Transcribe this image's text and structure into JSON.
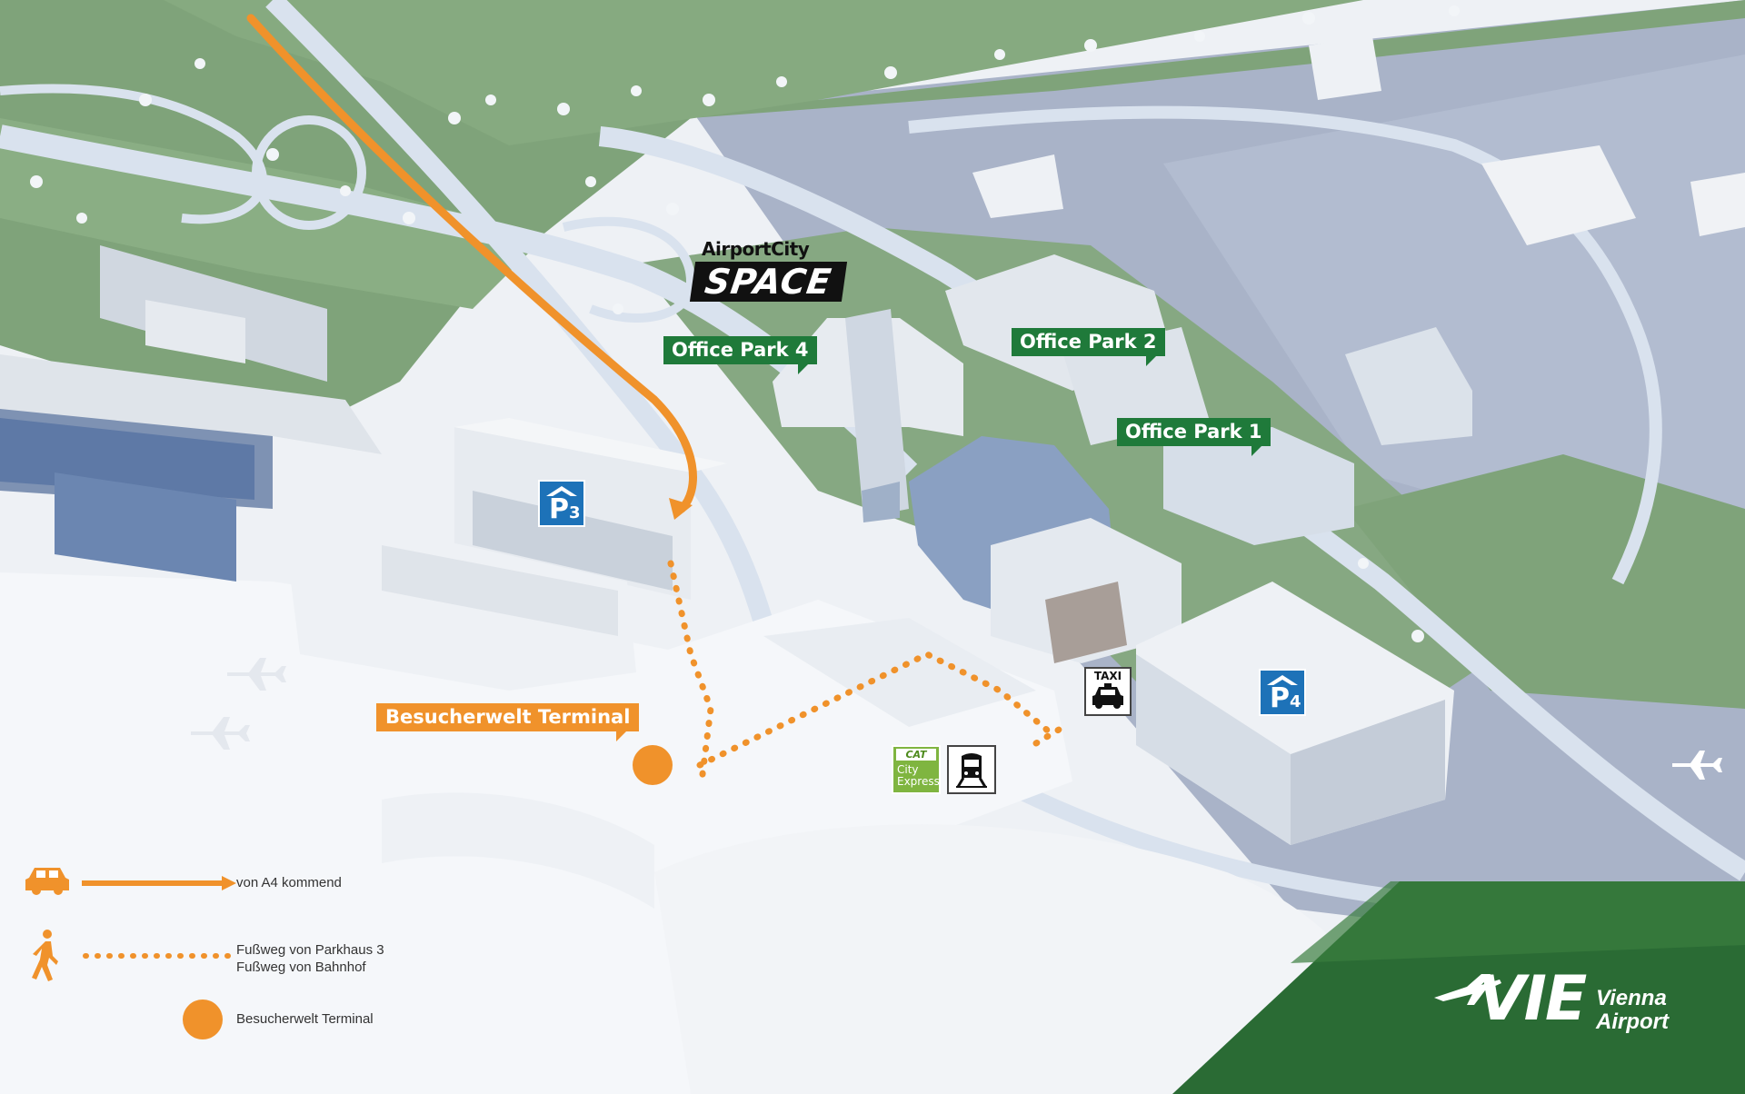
{
  "map": {
    "labels": {
      "airport_city": "AirportCity",
      "space": "SPACE",
      "office_park_4": "Office Park 4",
      "office_park_2": "Office Park 2",
      "office_park_1": "Office Park 1",
      "besucherwelt_terminal": "Besucherwelt Terminal"
    },
    "parking": {
      "p3": {
        "letter": "P",
        "number": "3"
      },
      "p4": {
        "letter": "P",
        "number": "4"
      }
    },
    "taxi_label": "TAXI",
    "cat": {
      "brand": "CAT",
      "line1": "City",
      "line2": "Express"
    },
    "legend": {
      "car_route": "von A4 kommend",
      "walk_route_1": "Fußweg von Parkhaus 3",
      "walk_route_2": "Fußweg von Bahnhof",
      "terminal": "Besucherwelt Terminal"
    },
    "logo": {
      "code": "VIE",
      "line1": "Vienna",
      "line2": "Airport"
    },
    "colors": {
      "grass": "#7fa37a",
      "tarmac": "#a9b3c8",
      "road": "#d9e2ee",
      "building": "#f2f4f7",
      "route_orange": "#f0922b",
      "label_green": "#1f7a3a",
      "parking_blue": "#1d72b8",
      "cat_green": "#7fb540"
    },
    "icons": [
      "car-icon",
      "walker-icon",
      "taxi-icon",
      "train-icon",
      "plane-icon",
      "parking-icon"
    ]
  }
}
